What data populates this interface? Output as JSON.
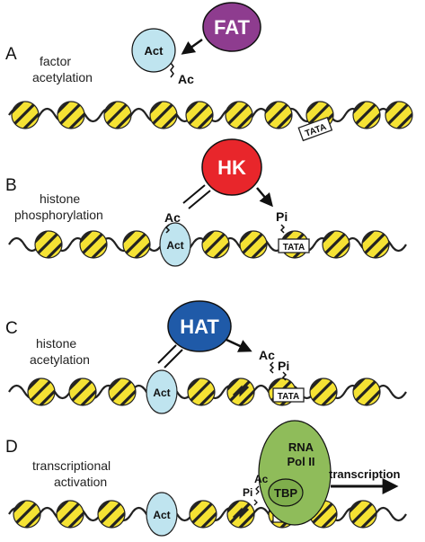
{
  "panels": [
    {
      "letter": "A",
      "caption_lines": [
        "factor",
        "acetylation"
      ]
    },
    {
      "letter": "B",
      "caption_lines": [
        "histone",
        "phosphorylation"
      ]
    },
    {
      "letter": "C",
      "caption_lines": [
        "histone",
        "acetylation"
      ]
    },
    {
      "letter": "D",
      "caption_lines": [
        "transcriptional",
        "activation"
      ]
    }
  ],
  "enzymes": {
    "fat": "FAT",
    "hk": "HK",
    "hat": "HAT"
  },
  "factors": {
    "act": "Act",
    "tbp": "TBP",
    "pol_line1": "RNA",
    "pol_line2": "Pol II"
  },
  "marks": {
    "ac": "Ac",
    "pi": "Pi",
    "tata": "TATA"
  },
  "arrow_label": "transcription",
  "colors": {
    "nucleosome": "#f5e234",
    "stripe": "#222222",
    "fat": "#8e3c8f",
    "hk": "#e8262b",
    "hat": "#1f5aa8",
    "act": "#bfe4ef",
    "pol": "#8fbc5a",
    "tbp": "#7fae4c",
    "ink": "#111111"
  }
}
